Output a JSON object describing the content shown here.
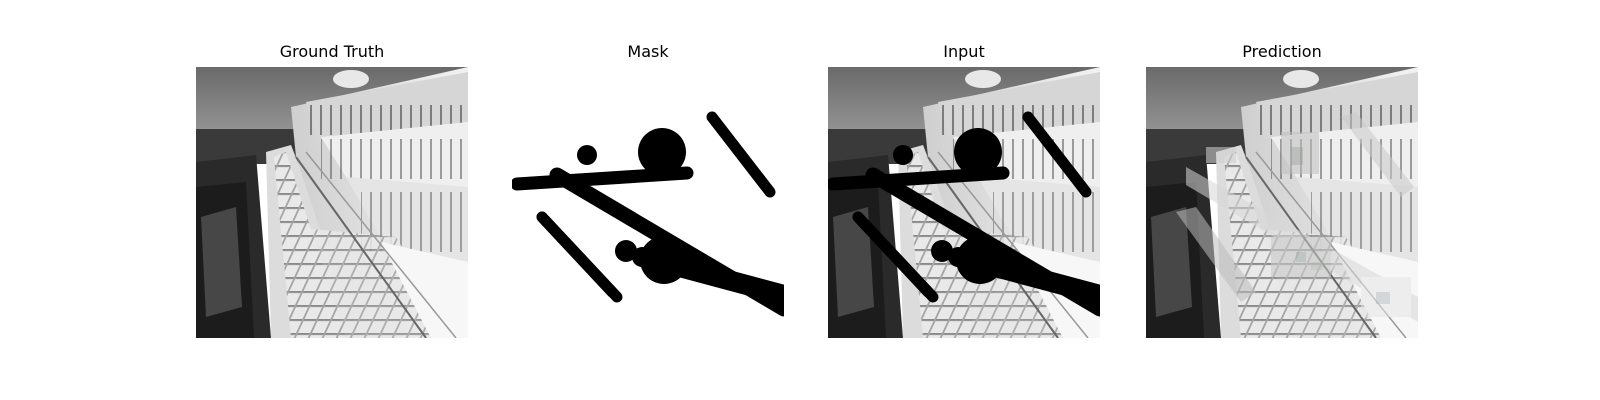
{
  "figure": {
    "panels": [
      {
        "id": "ground-truth",
        "title": "Ground Truth"
      },
      {
        "id": "mask",
        "title": "Mask"
      },
      {
        "id": "input",
        "title": "Input"
      },
      {
        "id": "prediction",
        "title": "Prediction"
      }
    ]
  },
  "colors": {
    "background": "#ffffff",
    "mask_fill": "#000000",
    "mask_background": "#ffffff"
  }
}
